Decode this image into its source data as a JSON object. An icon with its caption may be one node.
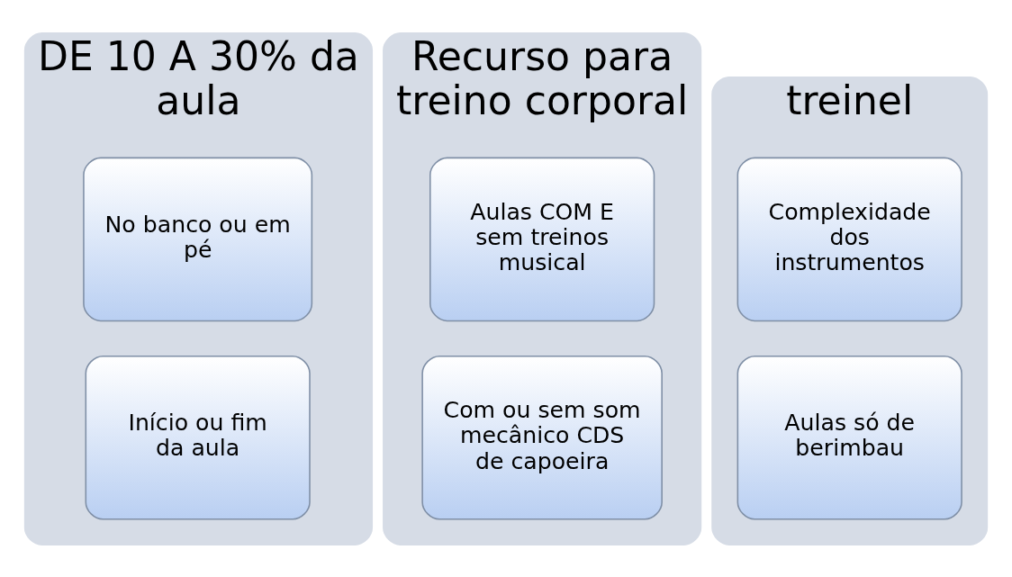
{
  "diagram": {
    "nodes": [
      {
        "text": [
          "DE 10 A 30% da aula"
        ]
      },
      {
        "text": [
          "No banco ou em pé"
        ],
        "in": 0
      },
      {
        "text": [
          "Início ou fim da aula"
        ],
        "in": 0
      },
      {
        "text": [
          "Recurso para treino corporal"
        ]
      },
      {
        "text": [
          "Aulas COM E sem treinos musical"
        ],
        "in": 3
      },
      {
        "text": [
          "Com ou sem som mecânico CDS de capoeira"
        ],
        "in": 3
      },
      {
        "text": [
          "treinel"
        ]
      },
      {
        "text": [
          "Complexidade dos instrumentos"
        ],
        "in": 6
      },
      {
        "text": [
          "Aulas só de berimbau"
        ],
        "in": 6
      }
    ]
  }
}
